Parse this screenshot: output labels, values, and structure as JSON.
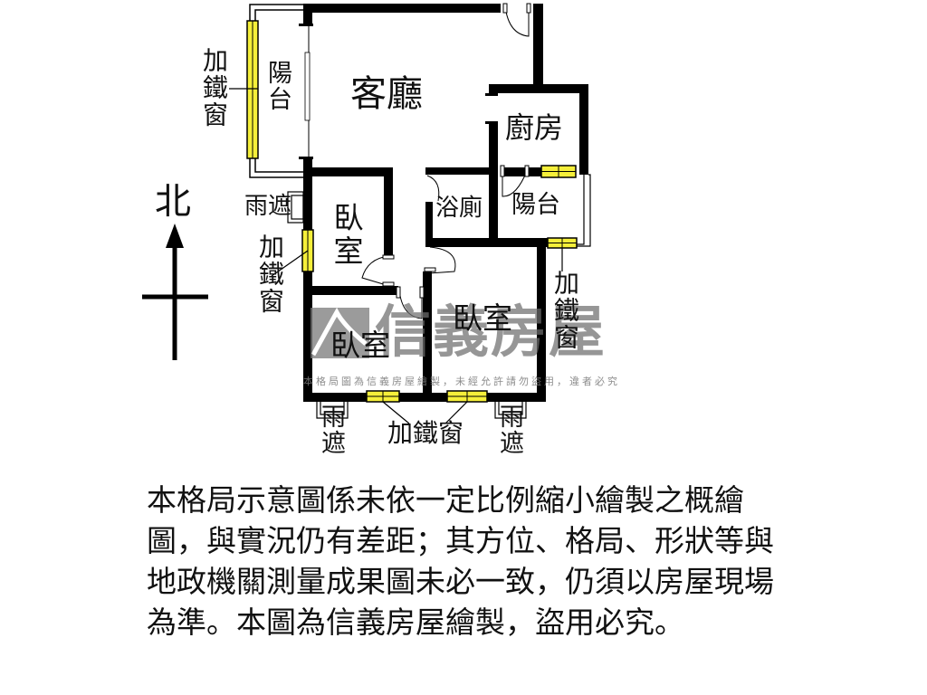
{
  "floor_plan": {
    "rooms": {
      "living_room": "客廳",
      "kitchen": "廚房",
      "balcony_west": "陽台",
      "balcony_east": "陽台",
      "bathroom": "浴廁",
      "bedroom_north": "臥室",
      "bedroom_southwest": "臥室",
      "bedroom_southeast": "臥室"
    },
    "annotations": {
      "iron_window_west": "加鐵窗",
      "iron_window_mid_west": "加鐵窗",
      "iron_window_east": "加鐵窗",
      "iron_window_south": "加鐵窗",
      "rain_shelter_west": "雨遮",
      "rain_shelter_south_left": "雨遮",
      "rain_shelter_south_right": "雨遮"
    },
    "compass": {
      "label": "北"
    },
    "colors": {
      "wall": "#000000",
      "window_fill": "#f5ef3a",
      "background": "#ffffff"
    }
  },
  "watermark": {
    "brand": "信義房屋",
    "notice": "本格局圖為信義房屋繪製，未經允許請勿盜用，違者必究"
  },
  "disclaimer": {
    "text": "本格局示意圖係未依一定比例縮小繪製之概繪圖，與實況仍有差距；其方位、格局、形狀等與地政機關測量成果圖未必一致，仍須以房屋現場為準。本圖為信義房屋繪製，盜用必究。"
  }
}
